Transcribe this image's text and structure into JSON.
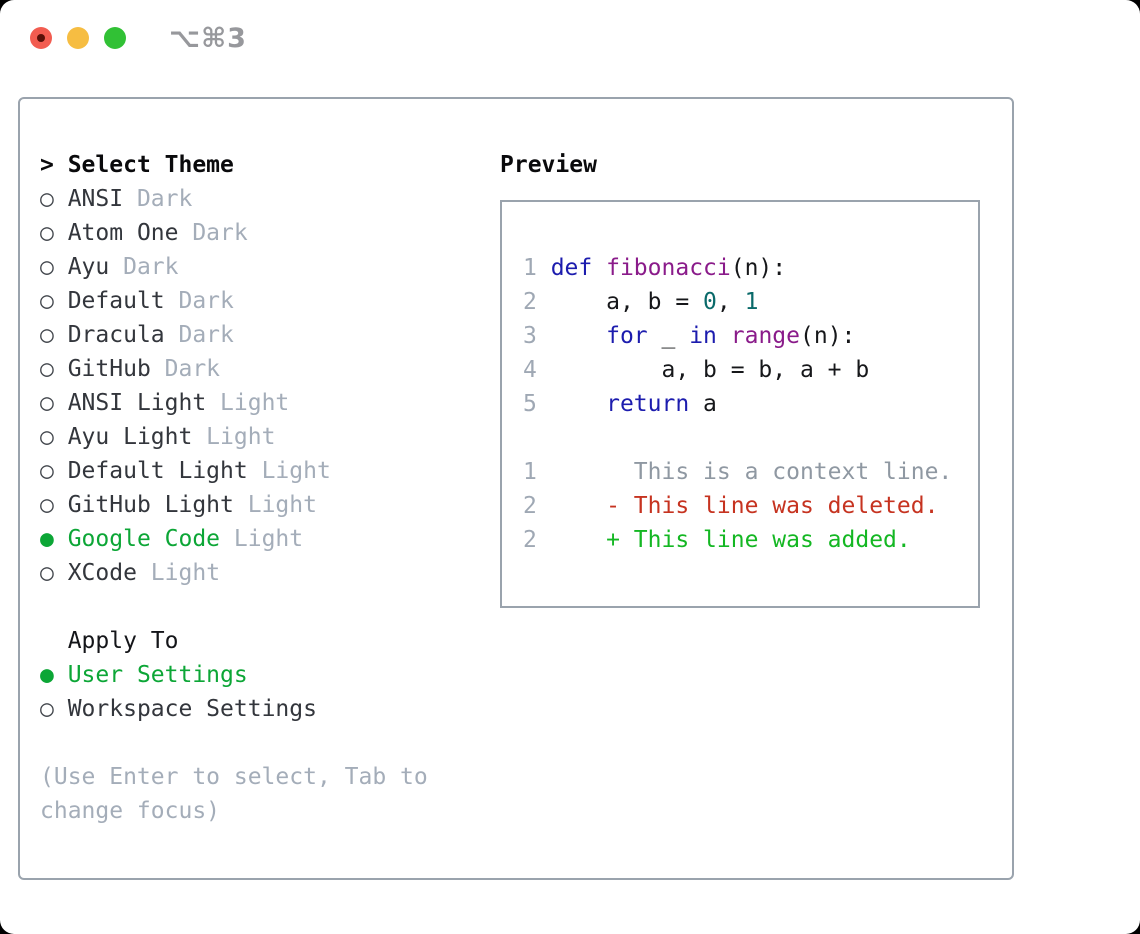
{
  "window": {
    "title": "⌥⌘3",
    "traffic_lights": {
      "close_color": "#f25c50",
      "close_unsaved_dot_color": "#591008",
      "minimize_color": "#f6bd42",
      "zoom_color": "#31c135"
    },
    "title_color": "#97989c"
  },
  "glyphs": {
    "cursor": "> ",
    "radio_unselected": "○",
    "radio_selected": "●"
  },
  "theme_picker": {
    "title": "Select Theme",
    "items": [
      {
        "label": "ANSI",
        "variant": "Dark",
        "selected": false
      },
      {
        "label": "Atom One",
        "variant": "Dark",
        "selected": false
      },
      {
        "label": "Ayu",
        "variant": "Dark",
        "selected": false
      },
      {
        "label": "Default",
        "variant": "Dark",
        "selected": false
      },
      {
        "label": "Dracula",
        "variant": "Dark",
        "selected": false
      },
      {
        "label": "GitHub",
        "variant": "Dark",
        "selected": false
      },
      {
        "label": "ANSI Light",
        "variant": "Light",
        "selected": false
      },
      {
        "label": "Ayu Light",
        "variant": "Light",
        "selected": false
      },
      {
        "label": "Default Light",
        "variant": "Light",
        "selected": false
      },
      {
        "label": "GitHub Light",
        "variant": "Light",
        "selected": false
      },
      {
        "label": "Google Code",
        "variant": "Light",
        "selected": true
      },
      {
        "label": "XCode",
        "variant": "Light",
        "selected": false
      }
    ],
    "apply_to": {
      "title": "Apply To",
      "options": [
        {
          "label": "User Settings",
          "selected": true
        },
        {
          "label": "Workspace Settings",
          "selected": false
        }
      ]
    },
    "help_lines": [
      "(Use Enter to select, Tab to",
      "change focus)"
    ]
  },
  "preview": {
    "title": "Preview",
    "code_lines": [
      {
        "num": "1",
        "tokens": [
          {
            "text": "def",
            "type": "keyword"
          },
          {
            "text": " ",
            "type": "plain"
          },
          {
            "text": "fibonacci",
            "type": "function"
          },
          {
            "text": "(n):",
            "type": "plain"
          }
        ]
      },
      {
        "num": "2",
        "tokens": [
          {
            "text": "    a, b = ",
            "type": "plain"
          },
          {
            "text": "0",
            "type": "number"
          },
          {
            "text": ", ",
            "type": "plain"
          },
          {
            "text": "1",
            "type": "number"
          }
        ]
      },
      {
        "num": "3",
        "tokens": [
          {
            "text": "    ",
            "type": "plain"
          },
          {
            "text": "for",
            "type": "keyword"
          },
          {
            "text": " _ ",
            "type": "plain"
          },
          {
            "text": "in",
            "type": "keyword"
          },
          {
            "text": " ",
            "type": "plain"
          },
          {
            "text": "range",
            "type": "function"
          },
          {
            "text": "(n):",
            "type": "plain"
          }
        ]
      },
      {
        "num": "4",
        "tokens": [
          {
            "text": "        a, b = b, a + b",
            "type": "plain"
          }
        ]
      },
      {
        "num": "5",
        "tokens": [
          {
            "text": "    ",
            "type": "plain"
          },
          {
            "text": "return",
            "type": "keyword"
          },
          {
            "text": " a",
            "type": "plain"
          }
        ]
      }
    ],
    "diff_lines": [
      {
        "num": "1",
        "kind": "context",
        "text": "      This is a context line."
      },
      {
        "num": "2",
        "kind": "deleted",
        "text": "    - This line was deleted."
      },
      {
        "num": "2",
        "kind": "added",
        "text": "    + This line was added."
      }
    ]
  },
  "colors": {
    "panel_border": "#9aa3ad",
    "accent_green": "#0ca636",
    "muted_gray": "#a4adb9",
    "syntax_keyword": "#1c1cae",
    "syntax_function": "#8a1b8a",
    "syntax_number": "#0a6a6a",
    "syntax_plain": "#16171a",
    "line_number": "#9fa8b4",
    "diff_context": "#8f98a2",
    "diff_deleted": "#c63320",
    "diff_added": "#14b723"
  }
}
